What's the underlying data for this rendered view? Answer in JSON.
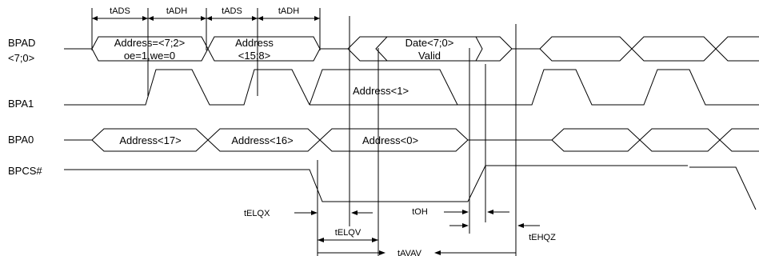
{
  "signals": {
    "bpad": {
      "line1": "BPAD",
      "line2": "<7;0>"
    },
    "bpa1": "BPA1",
    "bpa0": "BPA0",
    "bpcs": "BPCS#"
  },
  "bus_labels": {
    "bpad_addr_low_1": "Address=<7;2>",
    "bpad_addr_low_2": "oe=1,we=0",
    "bpad_addr_high_1": "Address",
    "bpad_addr_high_2": "<15;8>",
    "bpad_data_1": "Date<7;0>",
    "bpad_data_2": "Valid",
    "bpa1_addr": "Address<1>",
    "bpa0_addr17": "Address<17>",
    "bpa0_addr16": "Address<16>",
    "bpa0_addr0": "Address<0>"
  },
  "timing_labels": {
    "tads_1": "tADS",
    "tadh_1": "tADH",
    "tads_2": "tADS",
    "tadh_2": "tADH",
    "telqx": "tELQX",
    "telqv": "tELQV",
    "tavav": "tAVAV",
    "toh": "tOH",
    "tehqz": "tEHQZ"
  }
}
